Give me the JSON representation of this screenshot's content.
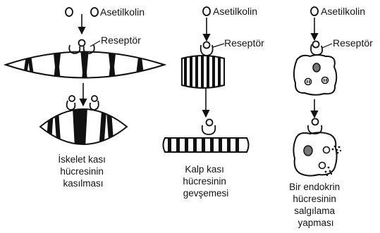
{
  "panels": [
    {
      "id": "skeletal",
      "molecule_label": "Asetilkolin",
      "receptor_label": "Reseptör",
      "caption": [
        "İskelet kası",
        "hücresinin",
        "kasılması"
      ]
    },
    {
      "id": "cardiac",
      "molecule_label": "Asetilkolin",
      "receptor_label": "Reseptör",
      "caption": [
        "Kalp kası",
        "hücresinin",
        "gevşemesi"
      ]
    },
    {
      "id": "endocrine",
      "molecule_label": "Asetilkolin",
      "receptor_label": "Reseptör",
      "caption": [
        "Bir endokrin",
        "hücresinin",
        "salgılama",
        "yapması"
      ]
    }
  ],
  "colors": {
    "stroke": "#111111",
    "fill": "#111111",
    "nucleus": "#777777",
    "background": "#ffffff"
  },
  "icons": [
    "acetylcholine-molecule-icon",
    "receptor-icon",
    "arrow-down-icon",
    "secretory-granule-icon"
  ]
}
